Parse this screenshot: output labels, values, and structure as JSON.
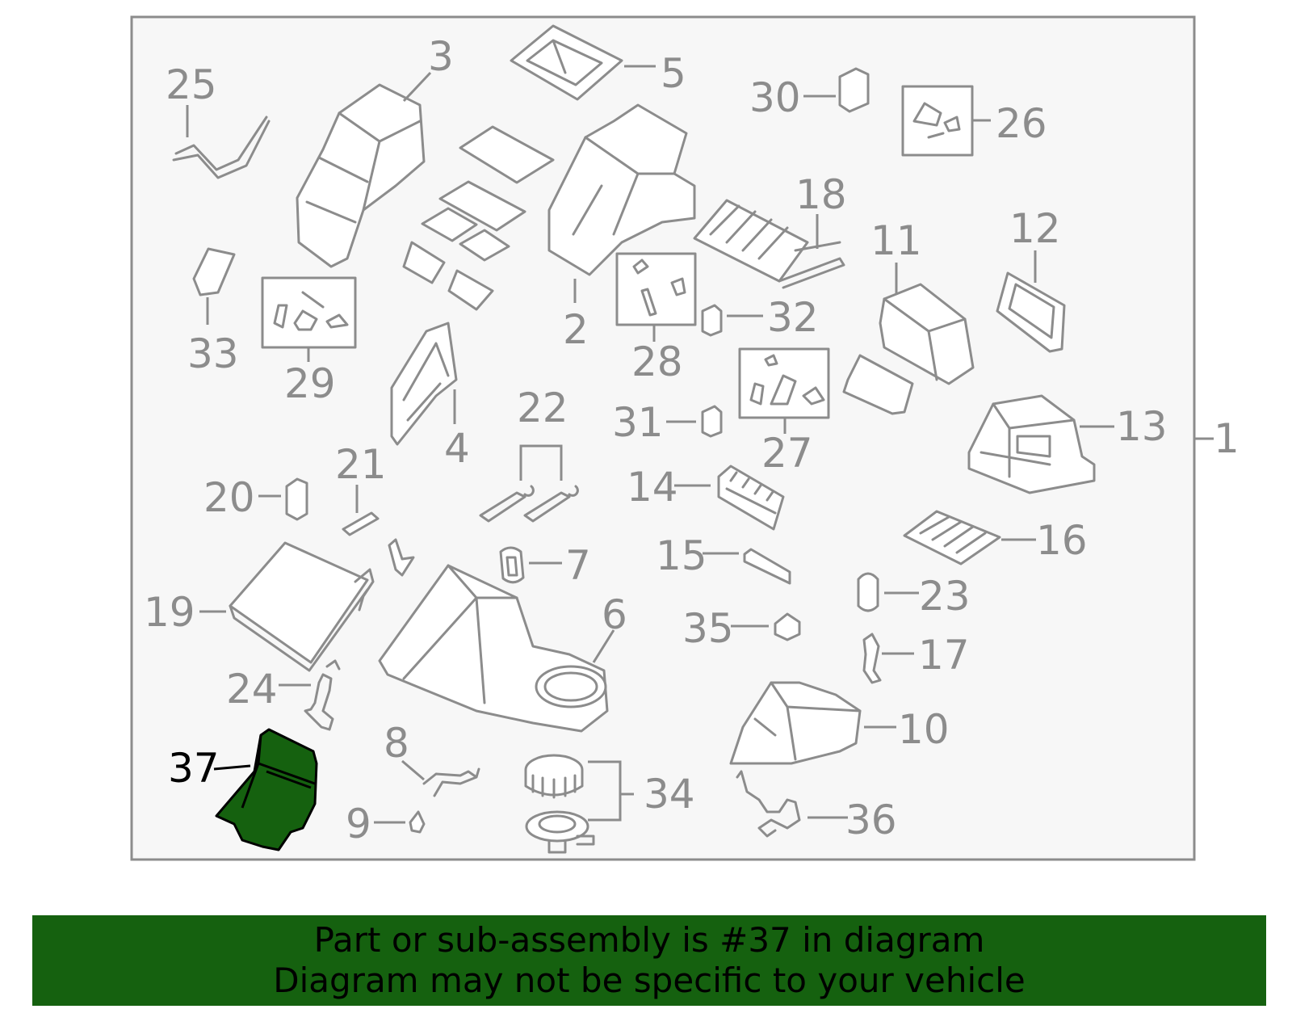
{
  "colors": {
    "highlight": "#15610f",
    "line": "#8c8c8c",
    "panel_bg": "#f7f7f7",
    "banner_bg": "#15610f"
  },
  "callouts": {
    "c1": "1",
    "c2": "2",
    "c3": "3",
    "c4": "4",
    "c5": "5",
    "c6": "6",
    "c7": "7",
    "c8": "8",
    "c9": "9",
    "c10": "10",
    "c11": "11",
    "c12": "12",
    "c13": "13",
    "c14": "14",
    "c15": "15",
    "c16": "16",
    "c17": "17",
    "c18": "18",
    "c19": "19",
    "c20": "20",
    "c21": "21",
    "c22": "22",
    "c23": "23",
    "c24": "24",
    "c25": "25",
    "c26": "26",
    "c27": "27",
    "c28": "28",
    "c29": "29",
    "c30": "30",
    "c31": "31",
    "c32": "32",
    "c33": "33",
    "c34": "34",
    "c35": "35",
    "c36": "36",
    "c37": "37"
  },
  "highlighted_part": "37",
  "banner": {
    "line1": "Part or sub-assembly is #37 in diagram",
    "line2": "Diagram may not be specific to your vehicle"
  }
}
